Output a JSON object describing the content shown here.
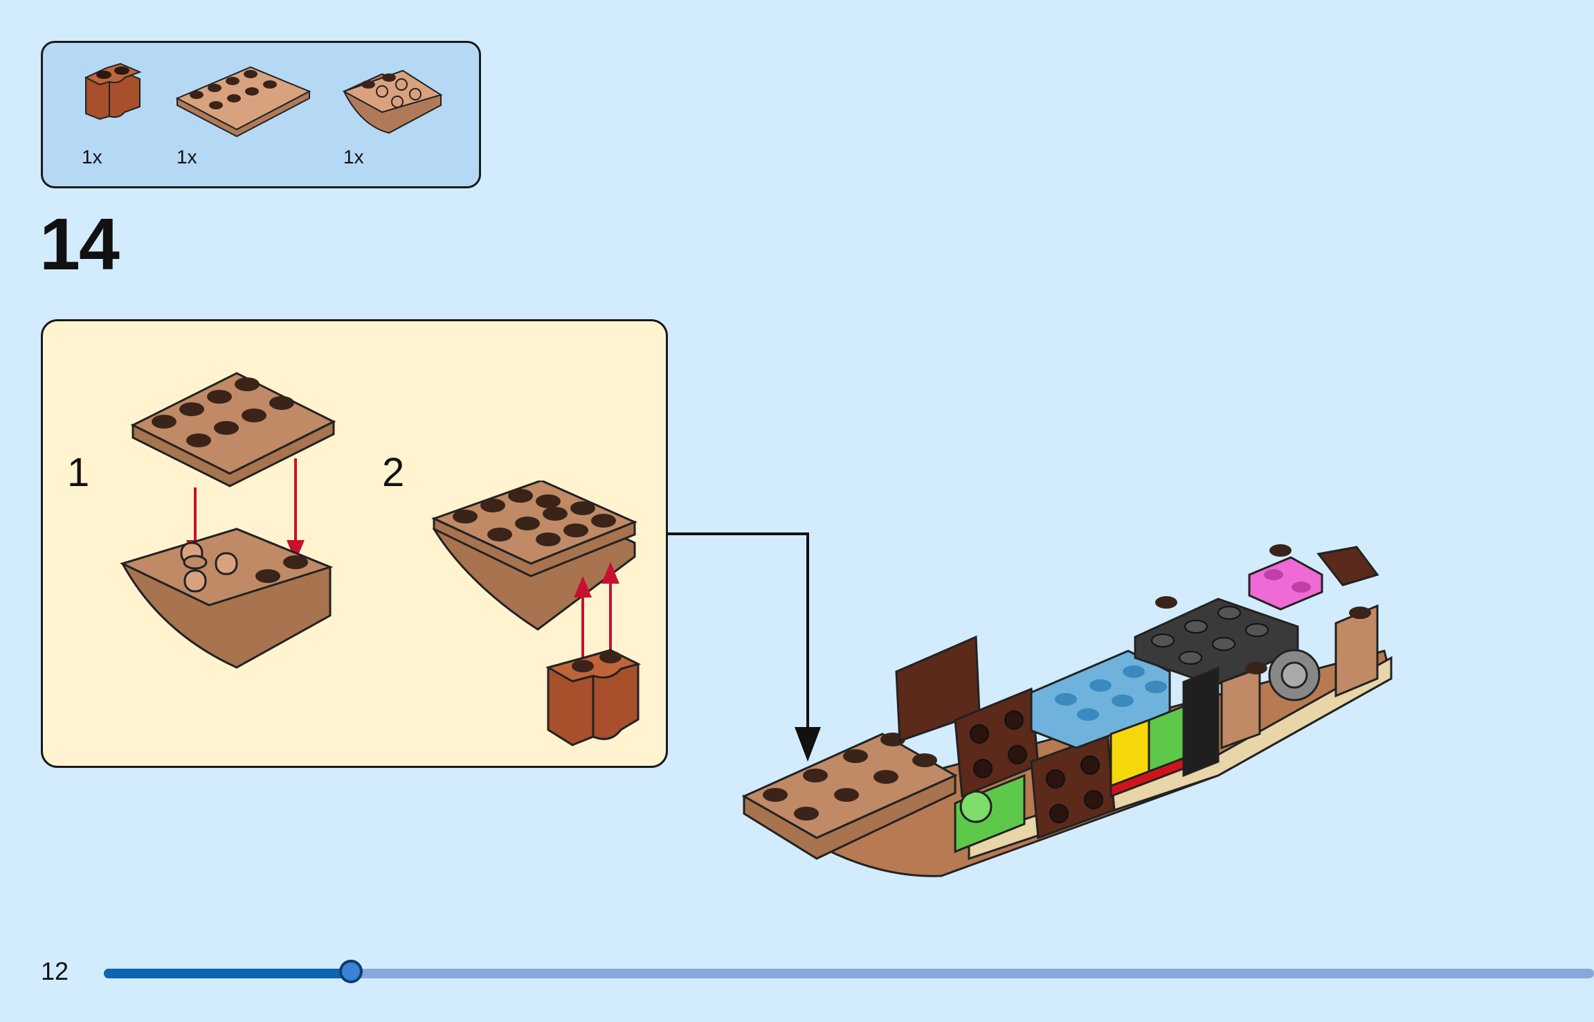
{
  "page": {
    "page_number": "12",
    "step_number": "14",
    "progress_fraction": 0.166
  },
  "parts": [
    {
      "name": "brick-2x2-round-corner",
      "color": "#a84f2c",
      "quantity": "1x"
    },
    {
      "name": "plate-2x4",
      "color": "#c08a66",
      "quantity": "1x"
    },
    {
      "name": "slope-inverted-2x2",
      "color": "#c08a66",
      "quantity": "1x"
    }
  ],
  "substeps": [
    {
      "label": "1"
    },
    {
      "label": "2"
    }
  ],
  "colors": {
    "background": "#d3ecfd",
    "parts_box": "#b5d8f5",
    "substep_box": "#fff4cf",
    "arrow_red": "#c8102e",
    "medium_nougat": "#c08a66",
    "reddish_brown": "#5b2a1a",
    "dark_orange": "#a84f2c",
    "progress_fill": "#0d64b3",
    "progress_track": "#86a8dc"
  }
}
